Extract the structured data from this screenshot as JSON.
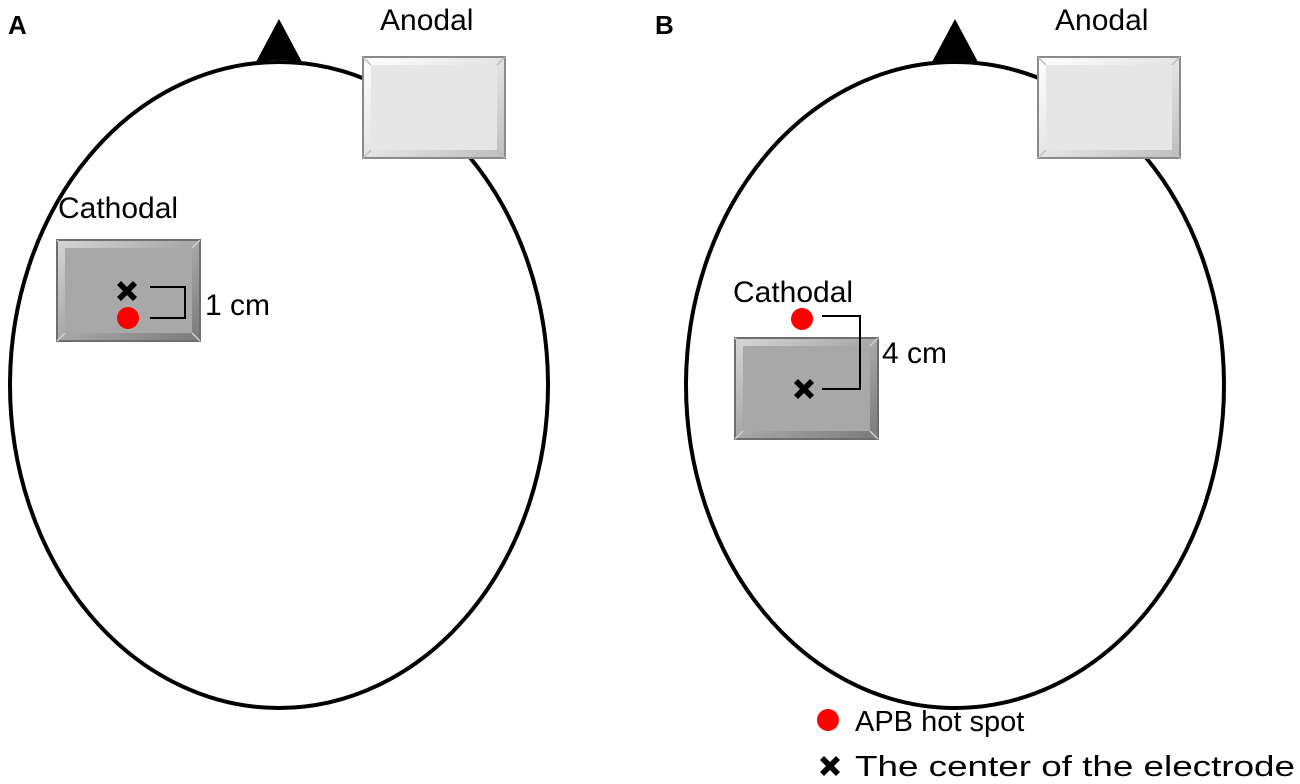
{
  "colors": {
    "hot_spot": "#ff0000",
    "anodal_fill": "#e4e4e4",
    "cathodal_fill": "#a8a8a8",
    "outline": "#000000"
  },
  "panels": [
    {
      "label": "A",
      "anodal_label": "Anodal",
      "cathodal_label": "Cathodal",
      "distance_label": "1 cm"
    },
    {
      "label": "B",
      "anodal_label": "Anodal",
      "cathodal_label": "Cathodal",
      "distance_label": "4 cm"
    }
  ],
  "legend": {
    "items": [
      {
        "icon": "red-dot-icon",
        "text": "APB hot spot"
      },
      {
        "icon": "x-mark-icon",
        "text": "The center of the electrode"
      }
    ]
  }
}
